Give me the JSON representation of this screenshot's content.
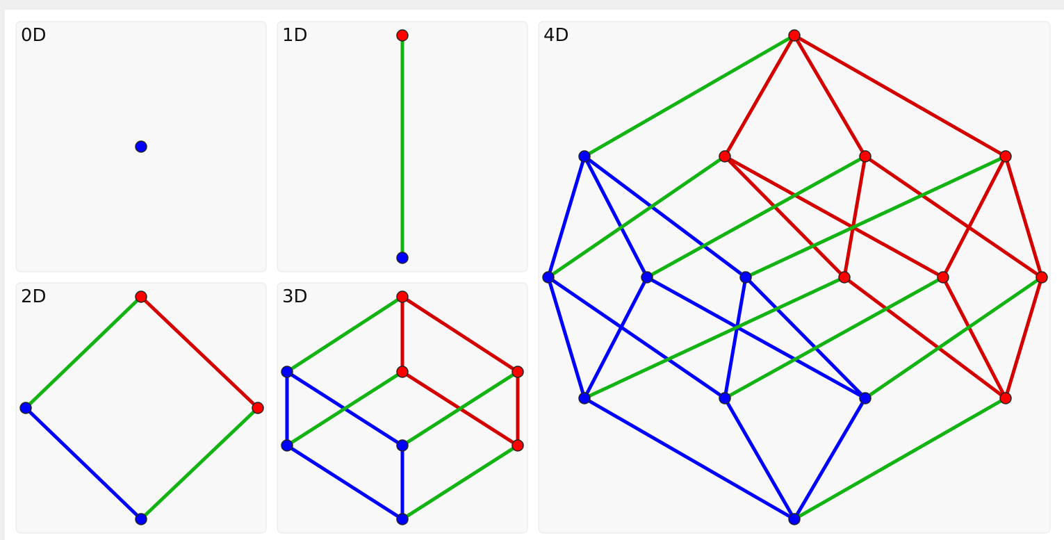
{
  "colors": {
    "page_bg": "#efefef",
    "panel_bg": "#f8f8f8",
    "node_old": "#0000ff",
    "node_new": "#ff0000",
    "edge_old": "#0000ff",
    "edge_new": "#d40000",
    "edge_connector": "#12b312"
  },
  "panels": [
    {
      "id": "0d",
      "title": "0D",
      "nodes": [
        {
          "id": "a",
          "color": "node_old"
        }
      ],
      "edges": []
    },
    {
      "id": "1d",
      "title": "1D",
      "nodes": [
        {
          "id": "top",
          "color": "node_new"
        },
        {
          "id": "bottom",
          "color": "node_old"
        }
      ],
      "edges": [
        {
          "from": "top",
          "to": "bottom",
          "color": "edge_connector"
        }
      ]
    },
    {
      "id": "2d",
      "title": "2D",
      "nodes": [
        {
          "id": "top",
          "color": "node_new"
        },
        {
          "id": "right",
          "color": "node_new"
        },
        {
          "id": "left",
          "color": "node_old"
        },
        {
          "id": "bottom",
          "color": "node_old"
        }
      ],
      "edges": [
        {
          "from": "top",
          "to": "right",
          "color": "edge_new"
        },
        {
          "from": "left",
          "to": "bottom",
          "color": "edge_old"
        },
        {
          "from": "left",
          "to": "top",
          "color": "edge_connector"
        },
        {
          "from": "bottom",
          "to": "right",
          "color": "edge_connector"
        }
      ]
    },
    {
      "id": "3d",
      "title": "3D",
      "nodes": [
        {
          "id": "rtop",
          "color": "node_new"
        },
        {
          "id": "rmid",
          "color": "node_new"
        },
        {
          "id": "rright",
          "color": "node_new"
        },
        {
          "id": "rlow",
          "color": "node_new"
        },
        {
          "id": "btl",
          "color": "node_old"
        },
        {
          "id": "bml",
          "color": "node_old"
        },
        {
          "id": "bc",
          "color": "node_old"
        },
        {
          "id": "bb",
          "color": "node_old"
        }
      ],
      "edges": [
        {
          "from": "rtop",
          "to": "rmid",
          "color": "edge_new"
        },
        {
          "from": "rtop",
          "to": "rright",
          "color": "edge_new"
        },
        {
          "from": "rmid",
          "to": "rlow",
          "color": "edge_new"
        },
        {
          "from": "rright",
          "to": "rlow",
          "color": "edge_new"
        },
        {
          "from": "btl",
          "to": "bml",
          "color": "edge_old"
        },
        {
          "from": "btl",
          "to": "bc",
          "color": "edge_old"
        },
        {
          "from": "bml",
          "to": "bb",
          "color": "edge_old"
        },
        {
          "from": "bc",
          "to": "bb",
          "color": "edge_old"
        },
        {
          "from": "btl",
          "to": "rtop",
          "color": "edge_connector"
        },
        {
          "from": "bml",
          "to": "rmid",
          "color": "edge_connector"
        },
        {
          "from": "bc",
          "to": "rright",
          "color": "edge_connector"
        },
        {
          "from": "bb",
          "to": "rlow",
          "color": "edge_connector"
        }
      ]
    },
    {
      "id": "4d",
      "title": "4D",
      "nodes": [
        {
          "id": "r0",
          "color": "node_new"
        },
        {
          "id": "r1",
          "color": "node_new"
        },
        {
          "id": "r2",
          "color": "node_new"
        },
        {
          "id": "r3",
          "color": "node_new"
        },
        {
          "id": "r4",
          "color": "node_new"
        },
        {
          "id": "r5",
          "color": "node_new"
        },
        {
          "id": "r6",
          "color": "node_new"
        },
        {
          "id": "r7",
          "color": "node_new"
        },
        {
          "id": "b0",
          "color": "node_old"
        },
        {
          "id": "b1",
          "color": "node_old"
        },
        {
          "id": "b2",
          "color": "node_old"
        },
        {
          "id": "b3",
          "color": "node_old"
        },
        {
          "id": "b4",
          "color": "node_old"
        },
        {
          "id": "b5",
          "color": "node_old"
        },
        {
          "id": "b6",
          "color": "node_old"
        },
        {
          "id": "b7",
          "color": "node_old"
        }
      ],
      "edges": [
        {
          "from": "r0",
          "to": "r1",
          "color": "edge_new"
        },
        {
          "from": "r0",
          "to": "r2",
          "color": "edge_new"
        },
        {
          "from": "r0",
          "to": "r3",
          "color": "edge_new"
        },
        {
          "from": "r1",
          "to": "r4",
          "color": "edge_new"
        },
        {
          "from": "r1",
          "to": "r5",
          "color": "edge_new"
        },
        {
          "from": "r2",
          "to": "r4",
          "color": "edge_new"
        },
        {
          "from": "r2",
          "to": "r6",
          "color": "edge_new"
        },
        {
          "from": "r3",
          "to": "r5",
          "color": "edge_new"
        },
        {
          "from": "r3",
          "to": "r6",
          "color": "edge_new"
        },
        {
          "from": "r4",
          "to": "r7",
          "color": "edge_new"
        },
        {
          "from": "r5",
          "to": "r7",
          "color": "edge_new"
        },
        {
          "from": "r6",
          "to": "r7",
          "color": "edge_new"
        },
        {
          "from": "b0",
          "to": "b1",
          "color": "edge_old"
        },
        {
          "from": "b0",
          "to": "b2",
          "color": "edge_old"
        },
        {
          "from": "b0",
          "to": "b3",
          "color": "edge_old"
        },
        {
          "from": "b1",
          "to": "b4",
          "color": "edge_old"
        },
        {
          "from": "b1",
          "to": "b5",
          "color": "edge_old"
        },
        {
          "from": "b2",
          "to": "b4",
          "color": "edge_old"
        },
        {
          "from": "b2",
          "to": "b6",
          "color": "edge_old"
        },
        {
          "from": "b3",
          "to": "b5",
          "color": "edge_old"
        },
        {
          "from": "b3",
          "to": "b6",
          "color": "edge_old"
        },
        {
          "from": "b4",
          "to": "b7",
          "color": "edge_old"
        },
        {
          "from": "b5",
          "to": "b7",
          "color": "edge_old"
        },
        {
          "from": "b6",
          "to": "b7",
          "color": "edge_old"
        },
        {
          "from": "b0",
          "to": "r0",
          "color": "edge_connector"
        },
        {
          "from": "b1",
          "to": "r1",
          "color": "edge_connector"
        },
        {
          "from": "b2",
          "to": "r2",
          "color": "edge_connector"
        },
        {
          "from": "b3",
          "to": "r3",
          "color": "edge_connector"
        },
        {
          "from": "b4",
          "to": "r4",
          "color": "edge_connector"
        },
        {
          "from": "b5",
          "to": "r5",
          "color": "edge_connector"
        },
        {
          "from": "b6",
          "to": "r6",
          "color": "edge_connector"
        },
        {
          "from": "b7",
          "to": "r7",
          "color": "edge_connector"
        }
      ]
    }
  ]
}
